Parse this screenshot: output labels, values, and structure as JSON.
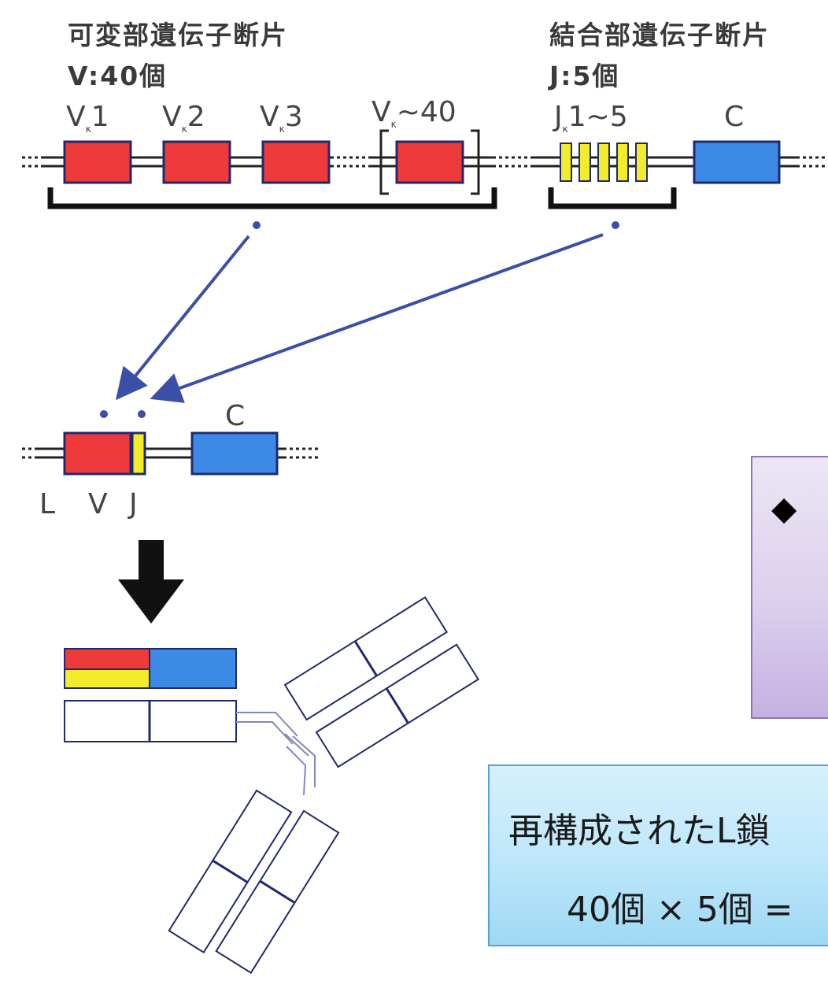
{
  "variable_region": {
    "title": "可変部遺伝子断片",
    "count": "V:40個"
  },
  "joining_region": {
    "title": "結合部遺伝子断片",
    "count": "J:5個"
  },
  "segments": {
    "v1": {
      "main": "V",
      "sub": "κ",
      "num": "1"
    },
    "v2": {
      "main": "V",
      "sub": "κ",
      "num": "2"
    },
    "v3": {
      "main": "V",
      "sub": "κ",
      "num": "3"
    },
    "v40": {
      "main": "V",
      "sub": "κ",
      "num": "~40"
    },
    "j": {
      "main": "J",
      "sub": "κ",
      "num": "1~5"
    },
    "c_top": "C",
    "c_mid": "C"
  },
  "recombined_labels": {
    "l": "L",
    "v": "V",
    "j": "J"
  },
  "callout_purple": {
    "bullet": "◆"
  },
  "callout_blue": {
    "line1": "再構成されたL鎖",
    "line2": "40個 × 5個 ="
  },
  "colors": {
    "v_segment": "#ee3a3a",
    "j_segment": "#f2ec2a",
    "c_segment": "#3d8ae6",
    "arrow": "#3b4fa8",
    "outline": "#1f2a6e"
  }
}
